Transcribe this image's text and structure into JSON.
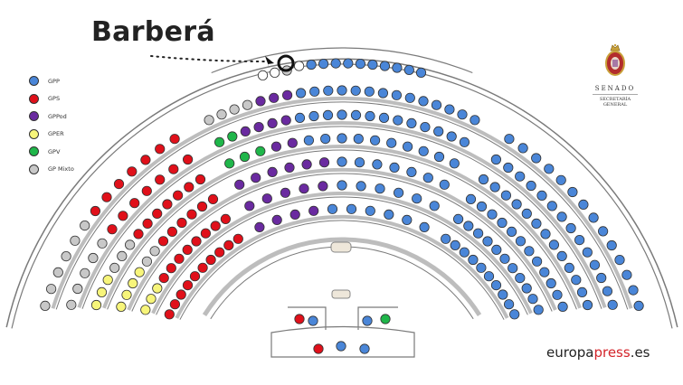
{
  "headline": "Barberá",
  "legend": [
    {
      "label": "GPP",
      "color": "#4a86d8"
    },
    {
      "label": "GPS",
      "color": "#e0101a"
    },
    {
      "label": "GPPod",
      "color": "#6a2aa0"
    },
    {
      "label": "GPER",
      "color": "#f7f57a"
    },
    {
      "label": "GPV",
      "color": "#1fb64a"
    },
    {
      "label": "GP Mixto",
      "color": "#c8c8c8"
    }
  ],
  "logo": {
    "name": "SENADO",
    "sub1": "SECRETARÍA",
    "sub2": "GENERAL"
  },
  "brand": {
    "part1": "europa",
    "part2": "press",
    "part3": ".es"
  },
  "highlight": {
    "seat": "Barberá",
    "group": "GP Mixto",
    "location": "top gallery row"
  },
  "colors": {
    "outline": "#7a7a7a",
    "arc_fill": "#f2f2f2",
    "seat_border": "#333333",
    "empty": "#ffffff"
  }
}
